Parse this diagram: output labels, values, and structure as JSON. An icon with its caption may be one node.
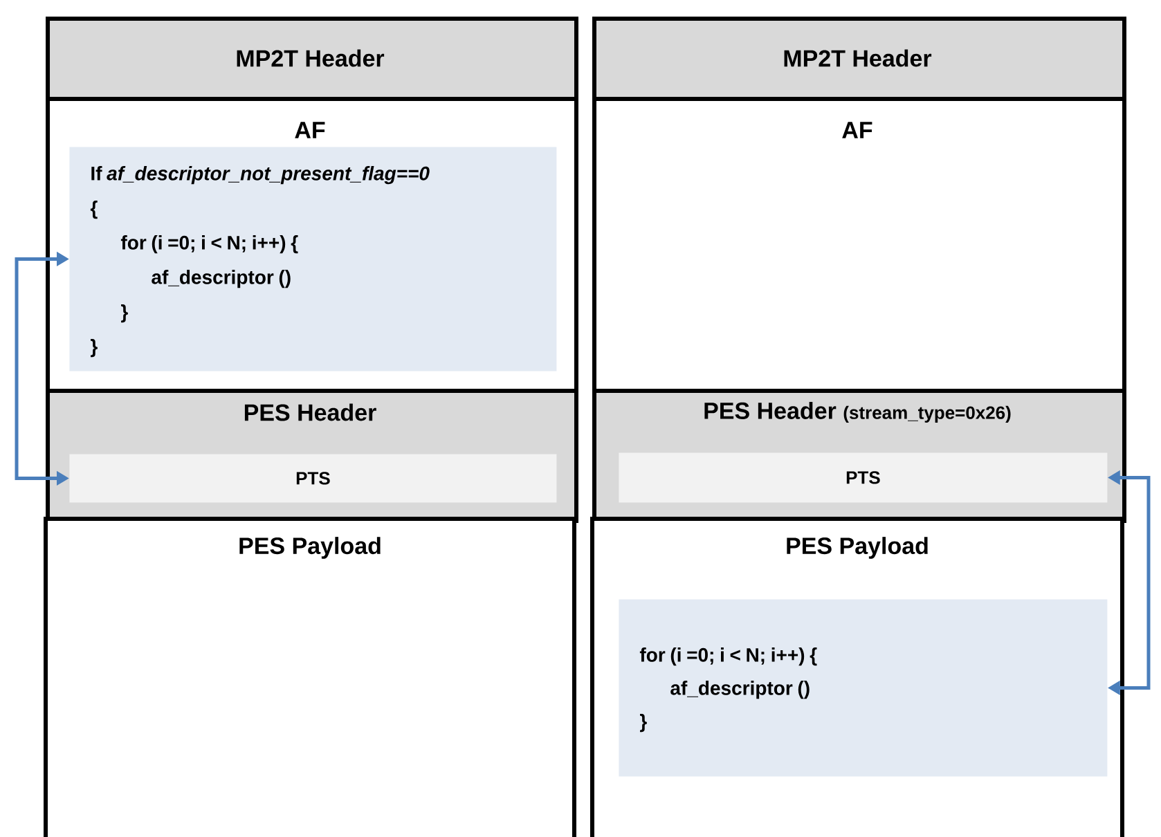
{
  "diagram": {
    "nodes": [
      {
        "text": [
          "MP2T Header"
        ]
      },
      {
        "text": [
          "AF"
        ]
      },
      {
        "text": [
          "If *af_descriptor_not_present_flag==0*",
          "{",
          "for (i =0; i < N; i++) {",
          "af_descriptor ()",
          "}",
          "}"
        ],
        "in": 1
      },
      {
        "text": [
          "PES Header"
        ]
      },
      {
        "text": [
          "PTS"
        ],
        "in": 3
      },
      {
        "text": [
          "PES Payload"
        ]
      },
      {
        "text": [
          "MP2T Header"
        ]
      },
      {
        "text": [
          "AF"
        ]
      },
      {
        "text": [
          "PES Header",
          "(stream_type=0x26)"
        ]
      },
      {
        "text": [
          "PTS"
        ],
        "in": 8
      },
      {
        "text": [
          "PES Payload"
        ]
      },
      {
        "text": [
          "for (i =0; i < N; i++) {",
          "af_descriptor ()",
          "}"
        ],
        "in": 10
      }
    ],
    "edges": [
      {
        "from": 2,
        "to": 4,
        "arrow": "both"
      },
      {
        "from": 9,
        "to": 11,
        "arrow": "both"
      }
    ]
  }
}
